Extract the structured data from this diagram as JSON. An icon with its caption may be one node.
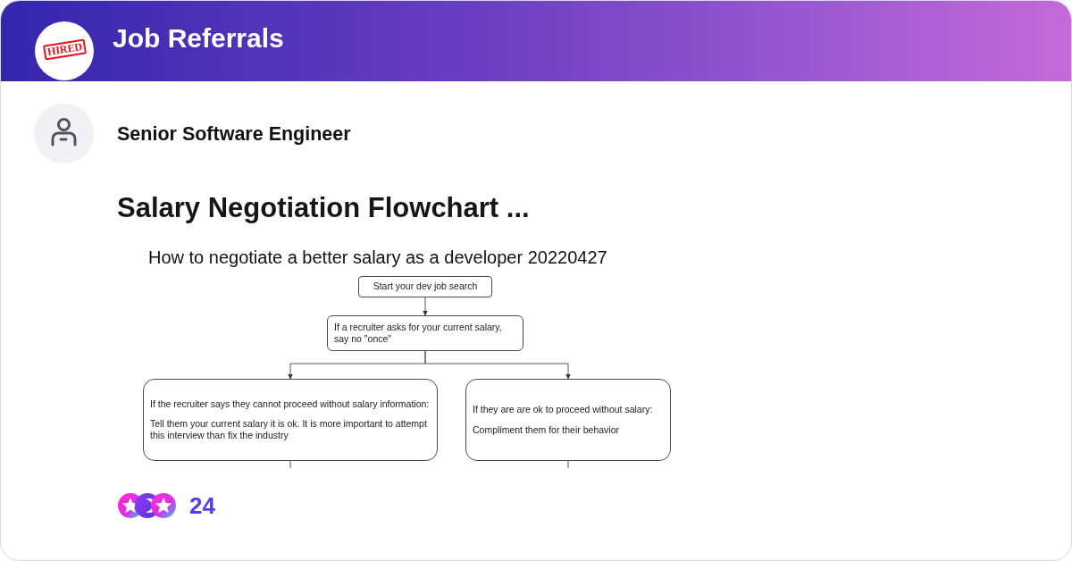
{
  "diagram": {
    "title": "How to negotiate a better salary as a developer 20220427",
    "nodes": [
      {
        "text": [
          "Start your dev job search"
        ]
      },
      {
        "text": [
          "If a recruiter asks for your current salary, say no \"once\""
        ]
      },
      {
        "text": [
          "If the recruiter says they cannot proceed without salary information:",
          "Tell them your current salary it is ok. It is more important to attempt this interview than fix the industry"
        ]
      },
      {
        "text": [
          "If they are are ok to proceed without salary:",
          "Compliment them for their behavior"
        ]
      }
    ],
    "edges": [
      {
        "from": 0,
        "to": 1,
        "arrow": "to"
      },
      {
        "from": 1,
        "to": 2,
        "arrow": "to"
      },
      {
        "from": 1,
        "to": 3,
        "arrow": "to"
      },
      {
        "from": 2,
        "to": null,
        "arrow": "none"
      },
      {
        "from": 3,
        "to": null,
        "arrow": "none"
      }
    ],
    "labels": [
      "HIRED",
      "Job Referrals",
      "Senior Software Engineer",
      "Salary Negotiation Flowchart ...",
      "24"
    ]
  }
}
